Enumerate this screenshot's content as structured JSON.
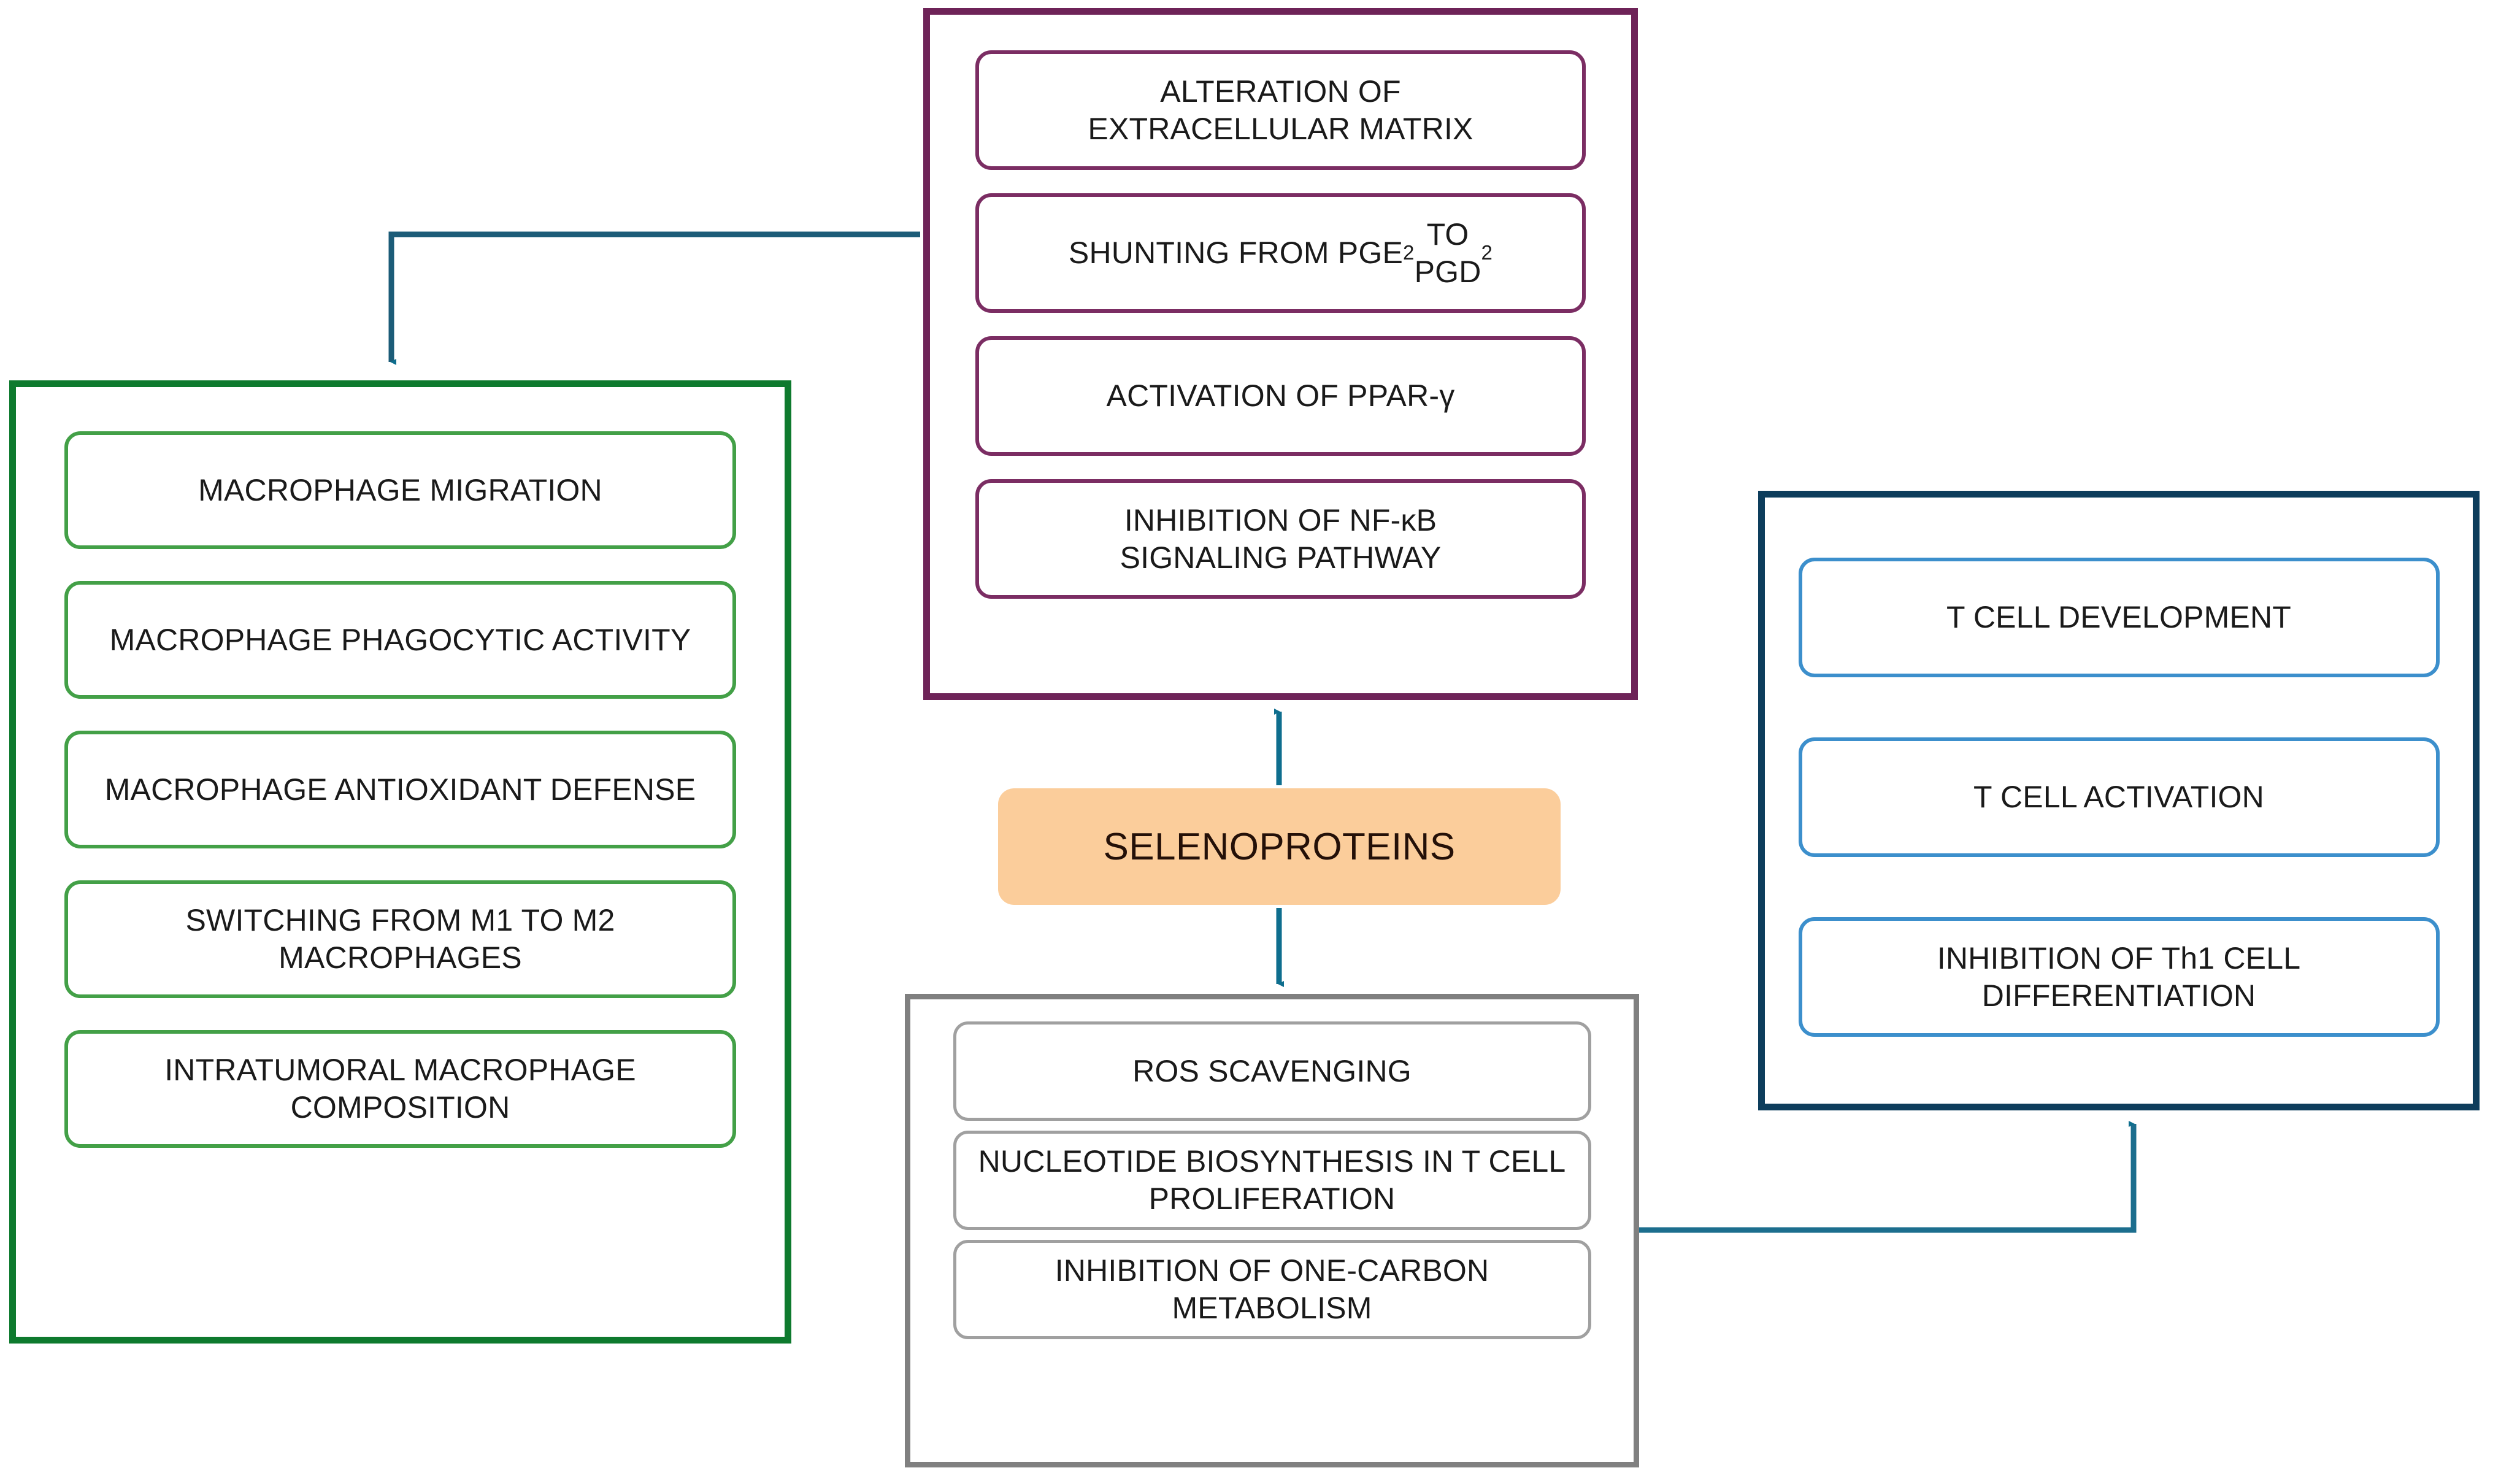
{
  "diagram": {
    "title": "Selenoproteins immunomodulatory effects flowchart",
    "center_node": {
      "label": "SELENOPROTEINS",
      "color": "#FBCD9B"
    },
    "groups": [
      {
        "id": "macrophage",
        "name": "macrophage-effects-group",
        "border_color": "#0E7A2E",
        "node_border_color": "#43A047",
        "nodes": [
          {
            "label": "MACROPHAGE MIGRATION"
          },
          {
            "label": "MACROPHAGE PHAGOCYTIC ACTIVITY"
          },
          {
            "label": "MACROPHAGE ANTIOXIDANT DEFENSE"
          },
          {
            "label": "SWITCHING FROM M1 TO M2 MACROPHAGES"
          },
          {
            "label": "INTRATUMORAL MACROPHAGE COMPOSITION"
          }
        ]
      },
      {
        "id": "tumor-microenvironment",
        "name": "tumor-microenvironment-group",
        "border_color": "#6E2358",
        "node_border_color": "#7B2D63",
        "nodes": [
          {
            "label": "ALTERATION OF EXTRACELLULAR MATRIX",
            "html": "ALTERATION OF<br>EXTRACELLULAR MATRIX"
          },
          {
            "label": "SHUNTING FROM PGE2 TO PGD2",
            "html": "SHUNTING FROM PGE<sub>2</sub> TO<br>PGD<sub>2</sub>"
          },
          {
            "label": "ACTIVATION OF PPAR-γ",
            "html": "ACTIVATION OF PPAR-γ"
          },
          {
            "label": "INHIBITION OF NF-κB SIGNALING PATHWAY",
            "html": "INHIBITION OF NF-κB<br>SIGNALING PATHWAY"
          }
        ]
      },
      {
        "id": "t-cell",
        "name": "t-cell-effects-group",
        "border_color": "#0D3D5C",
        "node_border_color": "#3C8FCC",
        "nodes": [
          {
            "label": "T CELL DEVELOPMENT"
          },
          {
            "label": "T CELL ACTIVATION"
          },
          {
            "label": "INHIBITION OF Th1 CELL DIFFERENTIATION"
          }
        ]
      },
      {
        "id": "selenoprotein-functions",
        "name": "selenoprotein-functions-group",
        "border_color": "#808080",
        "node_border_color": "#A0A0A0",
        "nodes": [
          {
            "label": "ROS SCAVENGING"
          },
          {
            "label": "NUCLEOTIDE BIOSYNTHESIS IN T CELL PROLIFERATION"
          },
          {
            "label": "INHIBITION OF ONE-CARBON METABOLISM"
          }
        ]
      }
    ],
    "edges": [
      {
        "id": "selenoproteins-to-tumor-microenvironment",
        "from": "SELENOPROTEINS",
        "to": "tumor-microenvironment",
        "arrow": "up",
        "color": "#0E6E8E"
      },
      {
        "id": "selenoproteins-to-selenoprotein-functions",
        "from": "SELENOPROTEINS",
        "to": "selenoprotein-functions",
        "arrow": "down",
        "color": "#0E6E8E"
      },
      {
        "id": "tumor-microenvironment-to-macrophage",
        "from": "tumor-microenvironment",
        "to": "macrophage",
        "arrow": "down",
        "color": "#0E6E8E"
      },
      {
        "id": "selenoprotein-functions-to-t-cell",
        "from": "selenoprotein-functions",
        "to": "t-cell",
        "arrow": "up",
        "color": "#0E6E8E"
      }
    ]
  }
}
